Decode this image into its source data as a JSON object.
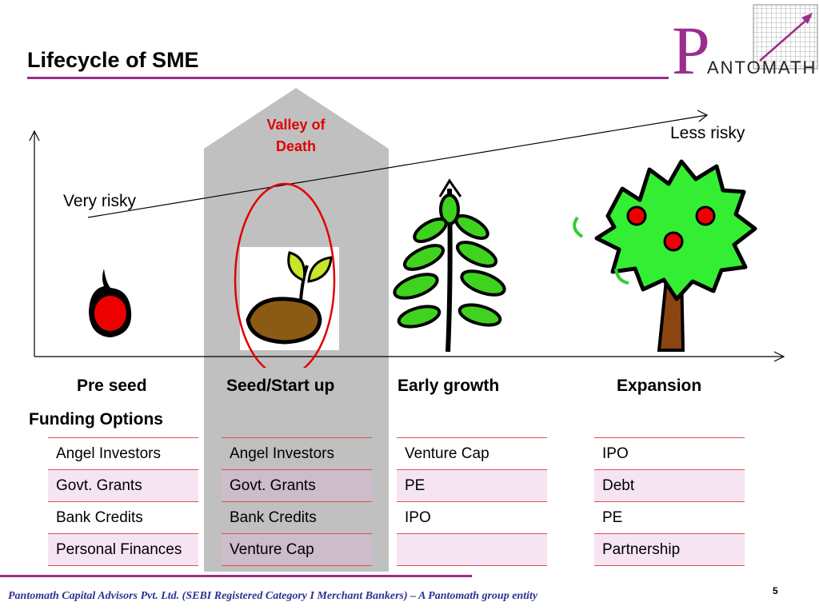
{
  "slide": {
    "title": "Lifecycle of SME",
    "page_number": "5",
    "footer": "Pantomath Capital Advisors Pvt. Ltd. (SEBI Registered Category I Merchant Bankers) – A Pantomath group entity"
  },
  "logo": {
    "letter": "P",
    "text": "ANTOMATH"
  },
  "chart": {
    "valley_label_line1": "Valley of",
    "valley_label_line2": "Death",
    "risk_low_label": "Less risky",
    "risk_high_label": "Very risky"
  },
  "stages": [
    "Pre seed",
    "Seed/Start up",
    "Early growth",
    "Expansion"
  ],
  "funding": {
    "title": "Funding Options",
    "columns": [
      [
        "Angel Investors",
        "Govt. Grants",
        "Bank Credits",
        "Personal Finances"
      ],
      [
        "Angel Investors",
        "Govt. Grants",
        "Bank Credits",
        "Venture Cap"
      ],
      [
        "Venture Cap",
        "PE",
        "IPO",
        ""
      ],
      [
        "IPO",
        "Debt",
        "PE",
        "Partnership"
      ]
    ]
  },
  "colors": {
    "accent": "#9b2d8e",
    "valley": "#c0c0c0",
    "warning": "#e00000",
    "footer": "#2e3192"
  }
}
